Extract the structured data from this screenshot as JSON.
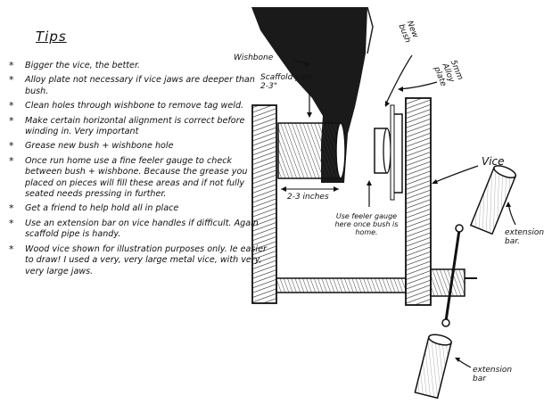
{
  "tips": {
    "title": "Tips",
    "items": [
      {
        "bullet": "*",
        "text": "Bigger the vice, the better."
      },
      {
        "bullet": "*",
        "text": "Alloy plate not necessary if vice jaws are deeper than bush."
      },
      {
        "bullet": "*",
        "text": "Clean holes through wishbone to remove tag weld."
      },
      {
        "bullet": "*",
        "text": "Make certain horizontal alignment is correct before winding in. Very important"
      },
      {
        "bullet": "*",
        "text": "Grease new bush + wishbone hole"
      },
      {
        "bullet": "*",
        "text": "Once run home use a fine feeler gauge to check between bush + wishbone. Because the grease you placed on pieces will fill these areas and if not fully seated needs pressing in further."
      },
      {
        "bullet": "*",
        "text": "Get a friend to help hold all in place"
      },
      {
        "bullet": "*",
        "text": "Use an extension bar on vice handles if difficult. Again scaffold pipe is handy."
      },
      {
        "bullet": "*",
        "text": "Wood vice shown for illustration purposes only. Ie easier to draw! I used a very, very large metal vice, with very, very large jaws."
      }
    ]
  },
  "labels": {
    "wishbone": "Wishbone",
    "scaffold_pipe": "Scaffold pipe 2-3\"",
    "new_bush": "New bush",
    "alloy_plate": "5mm Alloy plate",
    "vice": "Vice",
    "dimension": "2-3 inches",
    "feeler_gauge": "Use feeler gauge here once bush is home.",
    "extension_bar_right": "extension bar.",
    "extension_bar_bottom": "extension bar"
  }
}
